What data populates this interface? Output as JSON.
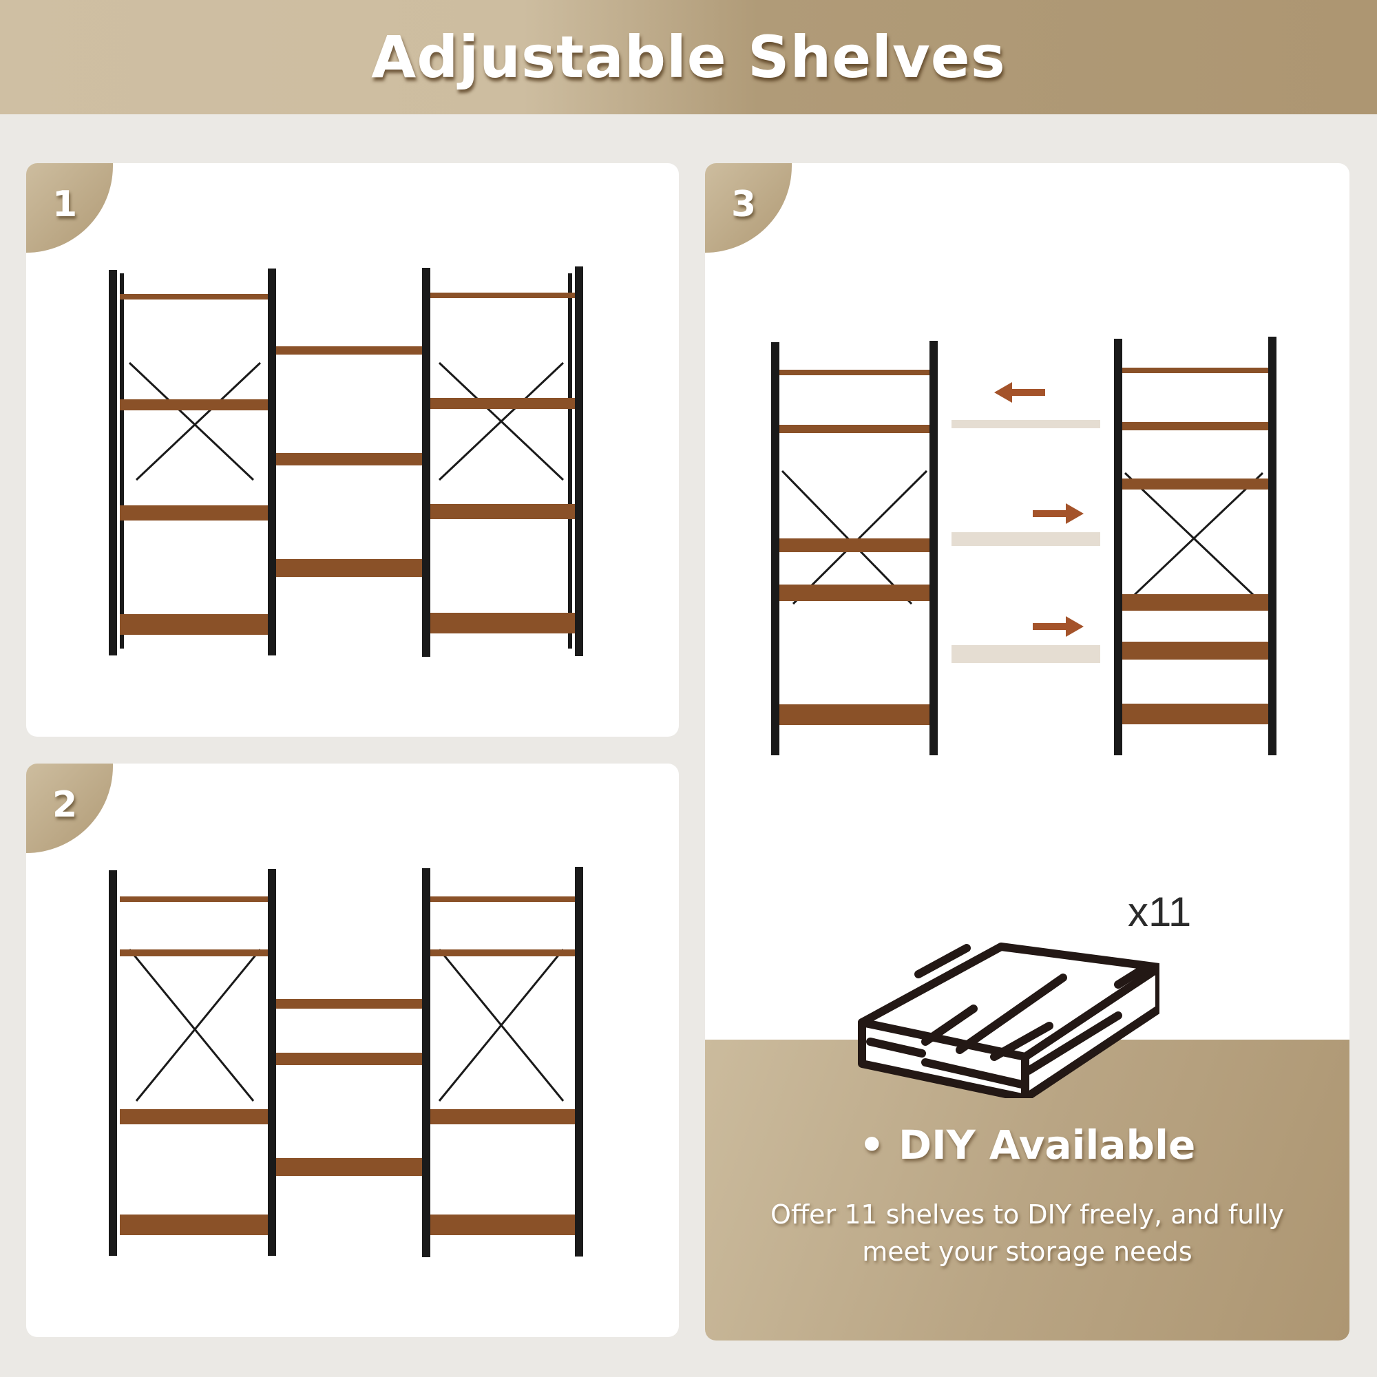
{
  "header": {
    "title": "Adjustable Shelves"
  },
  "panels": [
    {
      "badge": "1",
      "description": "Triple bookshelf with 11 shelves: left and right towers with 4 shelves each, center section with 3 shelves"
    },
    {
      "badge": "2",
      "description": "Alternative configuration: left and right towers with 4 shelves, center with 3 shelves placed lower"
    },
    {
      "badge": "3",
      "description": "Two single towers with removable shelves and arrows showing shelf movement"
    }
  ],
  "diy": {
    "count_label": "x11",
    "title": "• DIY Available",
    "text": "Offer 11 shelves to DIY freely, and fully meet your storage needs"
  },
  "colors": {
    "accent": "#b09b78",
    "wood": "#8a5128",
    "frame": "#1a1a1a",
    "arrow": "#a4532a",
    "background": "#ebe9e5"
  }
}
